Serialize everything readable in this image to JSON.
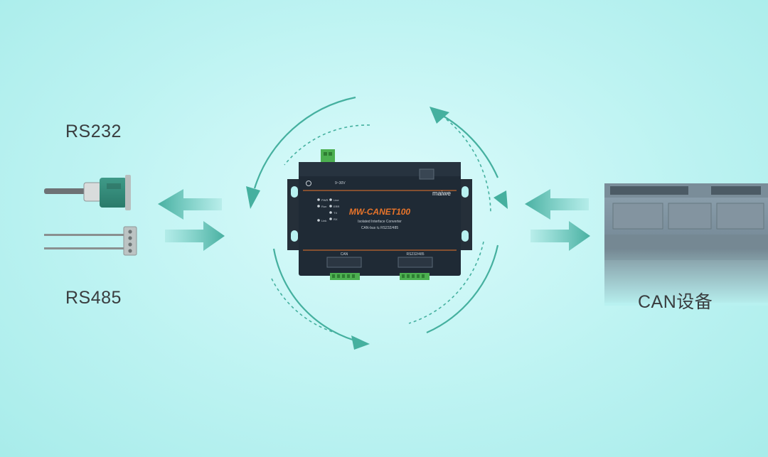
{
  "labels": {
    "rs232": "RS232",
    "rs485": "RS485",
    "can_device": "CAN设备"
  },
  "device": {
    "brand": "maiwe",
    "model": "MW-CANET100",
    "subtitle": "Isolated Interface Converter",
    "function_line": "CAN-bus ⇆ RS232/485",
    "power_label": "9~30V",
    "port_can": "CAN",
    "port_serial": "RS232/485",
    "leds_left": [
      "PWR",
      "Run",
      "Link"
    ],
    "leds_right": [
      "Line",
      "ERR",
      "TX",
      "RX"
    ]
  },
  "colors": {
    "background": "#b8f1f0",
    "arrow": "#4db8a8",
    "device_body": "#1f2a35",
    "model_text": "#e8742a",
    "terminal": "#4caf50"
  }
}
